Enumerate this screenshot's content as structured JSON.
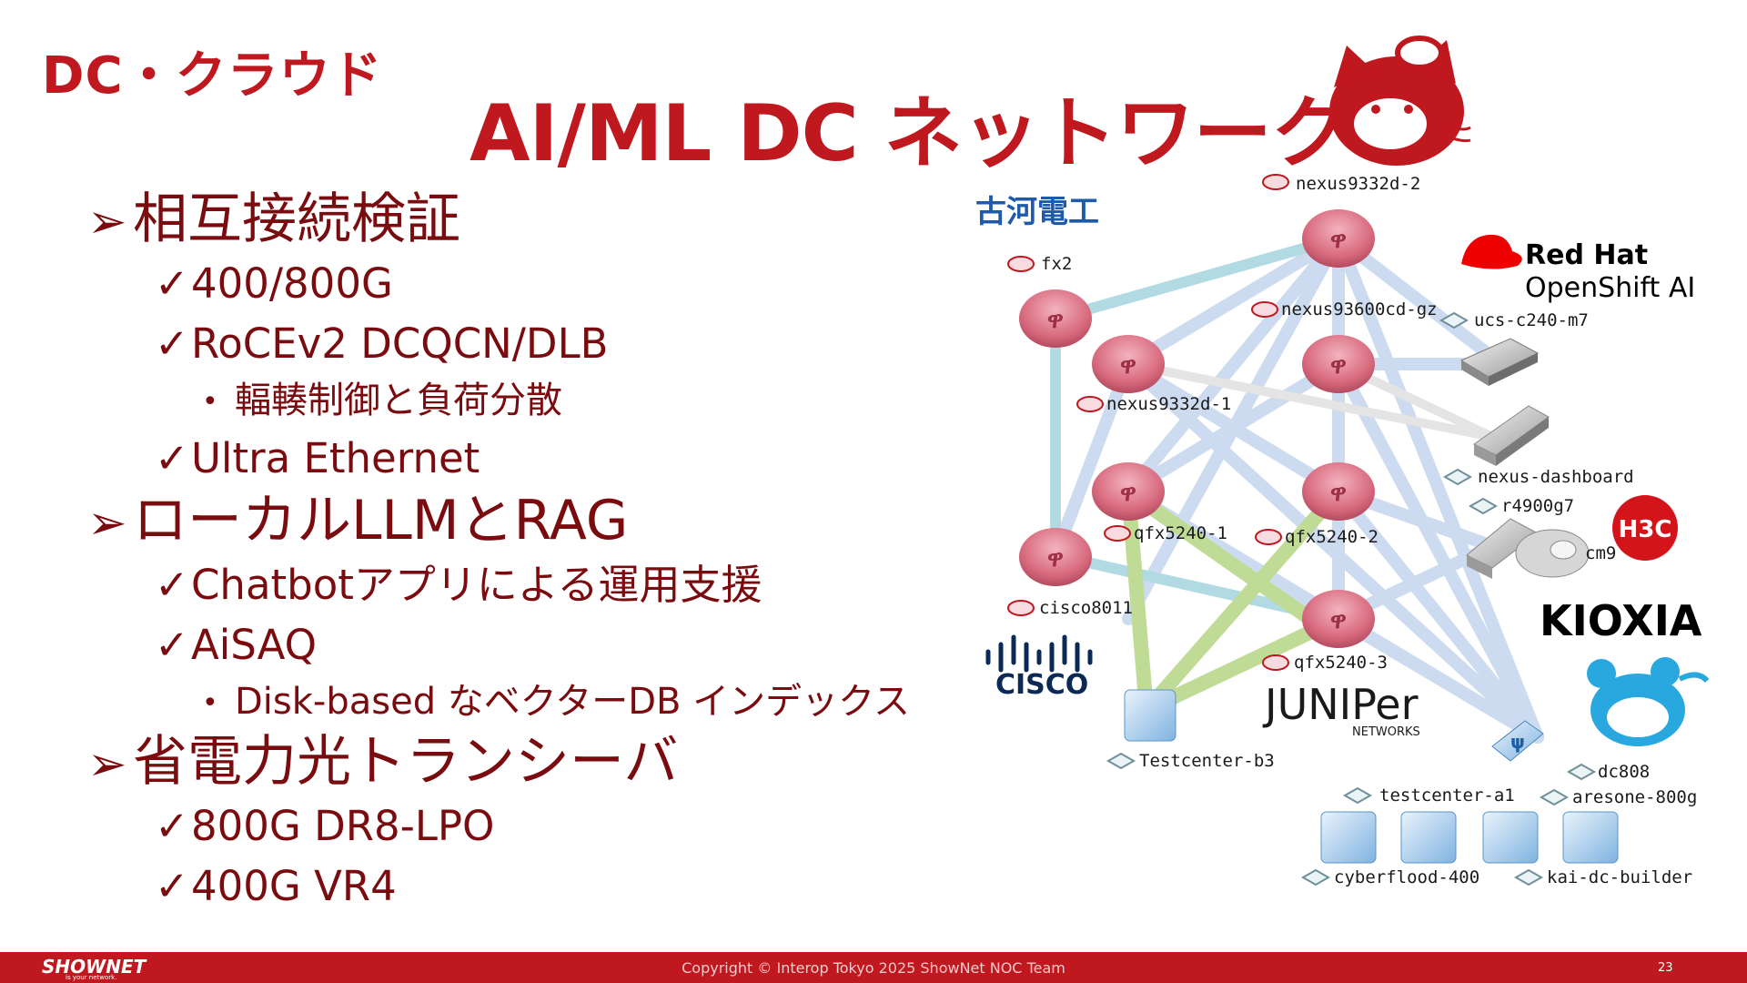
{
  "header": {
    "category": "DC・クラウド",
    "title": "AI/ML DC ネットワーク"
  },
  "bullets": {
    "sec1": {
      "title": "相互接続検証",
      "items": [
        "400/800G",
        "RoCEv2 DCQCN/DLB",
        "Ultra Ethernet"
      ],
      "sub": "輻輳制御と負荷分散"
    },
    "sec2": {
      "title": "ローカルLLMとRAG",
      "items": [
        "Chatbotアプリによる運用支援",
        "AiSAQ"
      ],
      "sub": "Disk-based なベクターDB インデックス"
    },
    "sec3": {
      "title": "省電力光トランシーバ",
      "items": [
        "800G DR8-LPO",
        "400G VR4"
      ]
    }
  },
  "diagram": {
    "routers": [
      "nexus9332d-2",
      "fx2",
      "nexus93600cd-gz",
      "nexus9332d-1",
      "qfx5240-1",
      "qfx5240-2",
      "cisco8011",
      "qfx5240-3"
    ],
    "servers": [
      "ucs-c240-m7",
      "nexus-dashboard",
      "r4900g7",
      "cm9",
      "Testcenter-b3",
      "dc808",
      "testcenter-a1",
      "aresone-800g",
      "cyberflood-400",
      "kai-dc-builder"
    ]
  },
  "vendors": {
    "furukawa": "古河電工",
    "redhat_1": "Red Hat",
    "redhat_2": "OpenShift AI",
    "h3c": "H3C",
    "kioxia": "KIOXIA",
    "cisco": "CISCO",
    "juniper": "JUNIPer",
    "juniper_sub": "NETWORKS"
  },
  "footer": {
    "brand": "SHOWNET",
    "brand_sub": "is your network.",
    "copyright": "Copyright © Interop Tokyo 2025 ShowNet NOC Team",
    "page": "23"
  },
  "colors": {
    "accent": "#c0181f",
    "text": "#7a0c10",
    "link_blue": "#c8d8ef",
    "link_cyan": "#a9d6df",
    "link_green": "#b9d88a"
  }
}
